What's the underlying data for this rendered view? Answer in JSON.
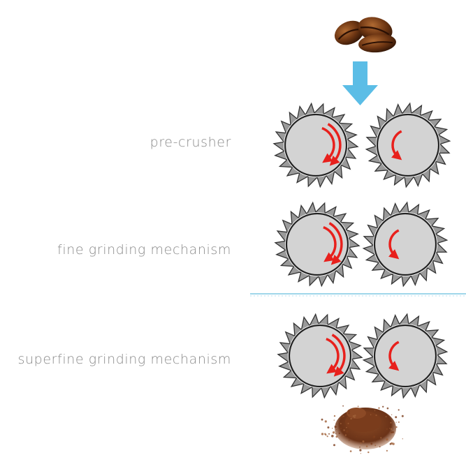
{
  "labels": {
    "pre_crusher": "pre-crusher",
    "fine": "fine grinding mechanism",
    "superfine": "superfine grinding mechanism"
  },
  "icons": {
    "beans": "coffee-beans-icon",
    "arrow": "down-arrow-icon",
    "powder": "ground-coffee-icon"
  },
  "colors": {
    "arrow": "#5bbde6",
    "roller_fill": "#d3d3d3",
    "roller_teeth": "#9a9a9a",
    "rotation_arrow": "#e8201c",
    "divider": "#7ec8e3",
    "label_text": "#8a8a8a"
  }
}
